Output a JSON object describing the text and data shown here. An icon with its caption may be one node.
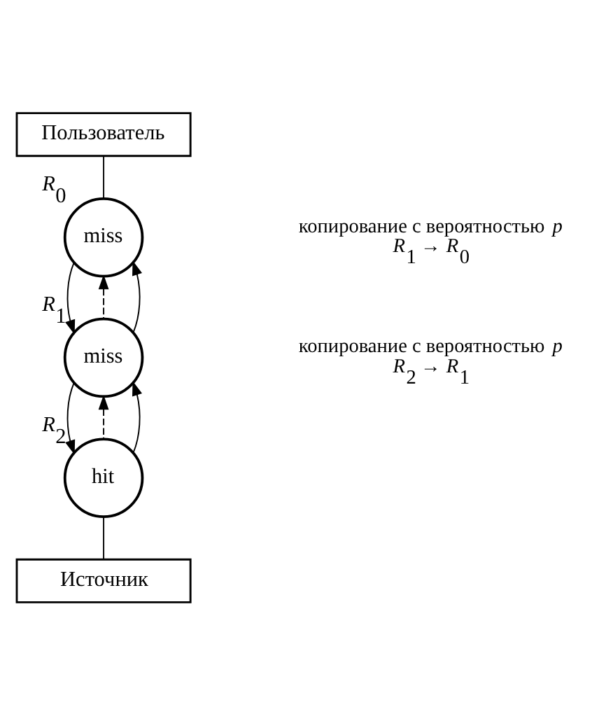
{
  "diagram": {
    "nodes": [
      {
        "text": [
          "Пользователь"
        ]
      },
      {
        "text": [
          "miss"
        ],
        "beside": [
          "*R*$_{0}$"
        ]
      },
      {
        "text": [
          "miss"
        ],
        "beside": [
          "*R*$_{1}$"
        ]
      },
      {
        "text": [
          "hit"
        ],
        "beside": [
          "*R*$_{2}$"
        ]
      },
      {
        "text": [
          "Источник"
        ]
      }
    ],
    "edges": [
      {
        "from": 0,
        "to": 1,
        "arrow": "none"
      },
      {
        "from": 1,
        "to": 2,
        "arrow": "to"
      },
      {
        "from": 2,
        "to": 3,
        "arrow": "to"
      },
      {
        "from": 2,
        "to": 1,
        "arrow": "to",
        "style": "dashed"
      },
      {
        "from": 3,
        "to": 2,
        "arrow": "to",
        "style": "dashed"
      },
      {
        "from": 2,
        "to": 1,
        "arrow": "to"
      },
      {
        "from": 3,
        "to": 2,
        "arrow": "to"
      },
      {
        "from": 3,
        "to": 4,
        "arrow": "none"
      }
    ],
    "labels": [
      "копирование с вероятностью *p* *R*$_{1}$ → *R*$_{0}$",
      "копирование с вероятностью *p* *R*$_{2}$ → *R*$_{1}$"
    ]
  }
}
